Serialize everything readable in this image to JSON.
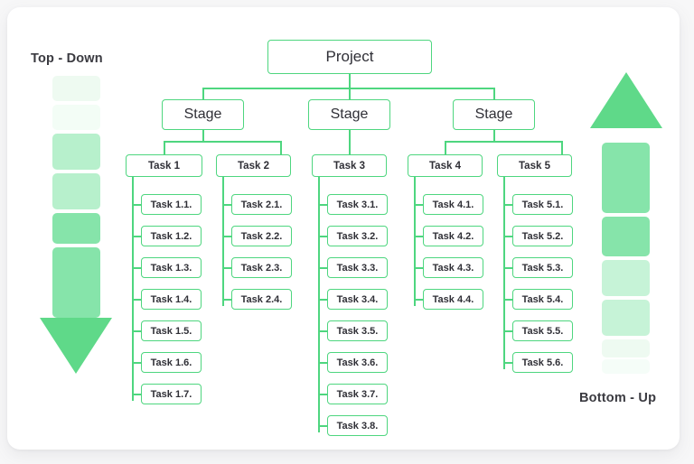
{
  "diagram": {
    "title_left": "Top - Down",
    "title_right": "Bottom - Up",
    "colors": {
      "node_border": "#4ed67f",
      "arrow_head": "#5fd989",
      "text": "#2f2f36",
      "card_bg": "#ffffff",
      "page_bg": "#f7f7f8"
    },
    "root": {
      "label": "Project"
    },
    "stages": [
      {
        "label": "Stage"
      },
      {
        "label": "Stage"
      },
      {
        "label": "Stage"
      }
    ],
    "tasks": [
      {
        "label": "Task 1",
        "subtasks": [
          "Task 1.1.",
          "Task 1.2.",
          "Task 1.3.",
          "Task 1.4.",
          "Task 1.5.",
          "Task 1.6.",
          "Task 1.7."
        ]
      },
      {
        "label": "Task 2",
        "subtasks": [
          "Task 2.1.",
          "Task 2.2.",
          "Task 2.3.",
          "Task 2.4."
        ]
      },
      {
        "label": "Task 3",
        "subtasks": [
          "Task 3.1.",
          "Task 3.2.",
          "Task 3.3.",
          "Task 3.4.",
          "Task 3.5.",
          "Task 3.6.",
          "Task 3.7.",
          "Task 3.8."
        ]
      },
      {
        "label": "Task 4",
        "subtasks": [
          "Task 4.1.",
          "Task 4.2.",
          "Task 4.3.",
          "Task 4.4."
        ]
      },
      {
        "label": "Task 5",
        "subtasks": [
          "Task 5.1.",
          "Task 5.2.",
          "Task 5.3.",
          "Task 5.4.",
          "Task 5.5.",
          "Task 5.6."
        ]
      }
    ],
    "left_arrow": {
      "direction": "down",
      "segments": [
        "#eefaf1",
        "#f3fdf6",
        "#b7f0cc",
        "#b7f0cc",
        "#86e4aa",
        "#86e4aa"
      ]
    },
    "right_arrow": {
      "direction": "up",
      "segments": [
        "#86e4aa",
        "#86e4aa",
        "#c6f3d7",
        "#c6f3d7",
        "#eefaf1",
        "#f3fdf6"
      ]
    }
  }
}
